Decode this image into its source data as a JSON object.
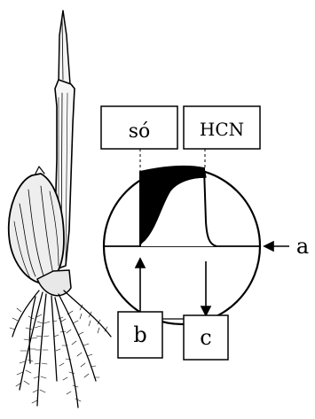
{
  "labels": {
    "salt": "só",
    "hcn": "HCN",
    "a": "a",
    "b": "b",
    "c": "c"
  },
  "colors": {
    "ink": "#000000",
    "paper": "#ffffff",
    "plant_fill": "#f2f2f2"
  }
}
